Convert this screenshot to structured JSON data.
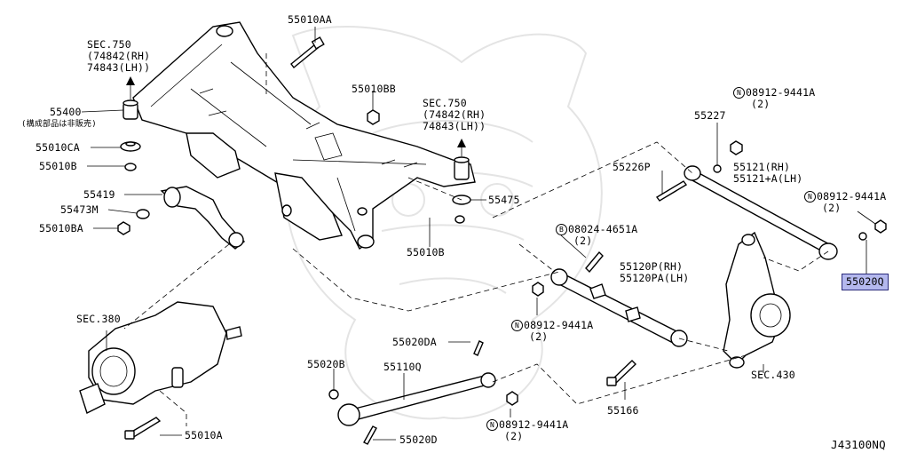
{
  "labels": {
    "p55010AA": "55010AA",
    "sec750_l1": "SEC.750",
    "sec750_l2": "(74842(RH)",
    "sec750_l3": " 74843(LH))",
    "p55010BB": "55010BB",
    "sec750r_l1": "SEC.750",
    "sec750r_l2": "(74842(RH)",
    "sec750r_l3": " 74843(LH))",
    "p55400": "55400",
    "p55400_note": "(構成部品は非販売)",
    "p55010CA": "55010CA",
    "p55010B_a": "55010B",
    "p55419": "55419",
    "p55473M": "55473M",
    "p55010BA": "55010BA",
    "p55475": "55475",
    "p55010B_b": "55010B",
    "bolt_a_code": "08912-9441A",
    "bolt_a_qty": "(2)",
    "p55227": "55227",
    "p55226P": "55226P",
    "p55121_l1": "55121(RH)",
    "p55121_l2": "55121+A(LH)",
    "bolt_b_code": "08912-9441A",
    "bolt_b_qty": "(2)",
    "bolt_c_code": "08024-4651A",
    "bolt_c_qty": "(2)",
    "p55120_l1": "55120P(RH)",
    "p55120_l2": "55120PA(LH)",
    "p55020Q": "55020Q",
    "bolt_d_code": "08912-9441A",
    "bolt_d_qty": "(2)",
    "sec380": "SEC.380",
    "p55020DA": "55020DA",
    "p55020B": "55020B",
    "p55110Q": "55110Q",
    "p55166": "55166",
    "sec430": "SEC.430",
    "bolt_e_code": "08912-9441A",
    "bolt_e_qty": "(2)",
    "p55010A": "55010A",
    "p55020D": "55020D",
    "diagram_code": "J43100NQ",
    "mark_n": "N",
    "mark_b": "B"
  }
}
